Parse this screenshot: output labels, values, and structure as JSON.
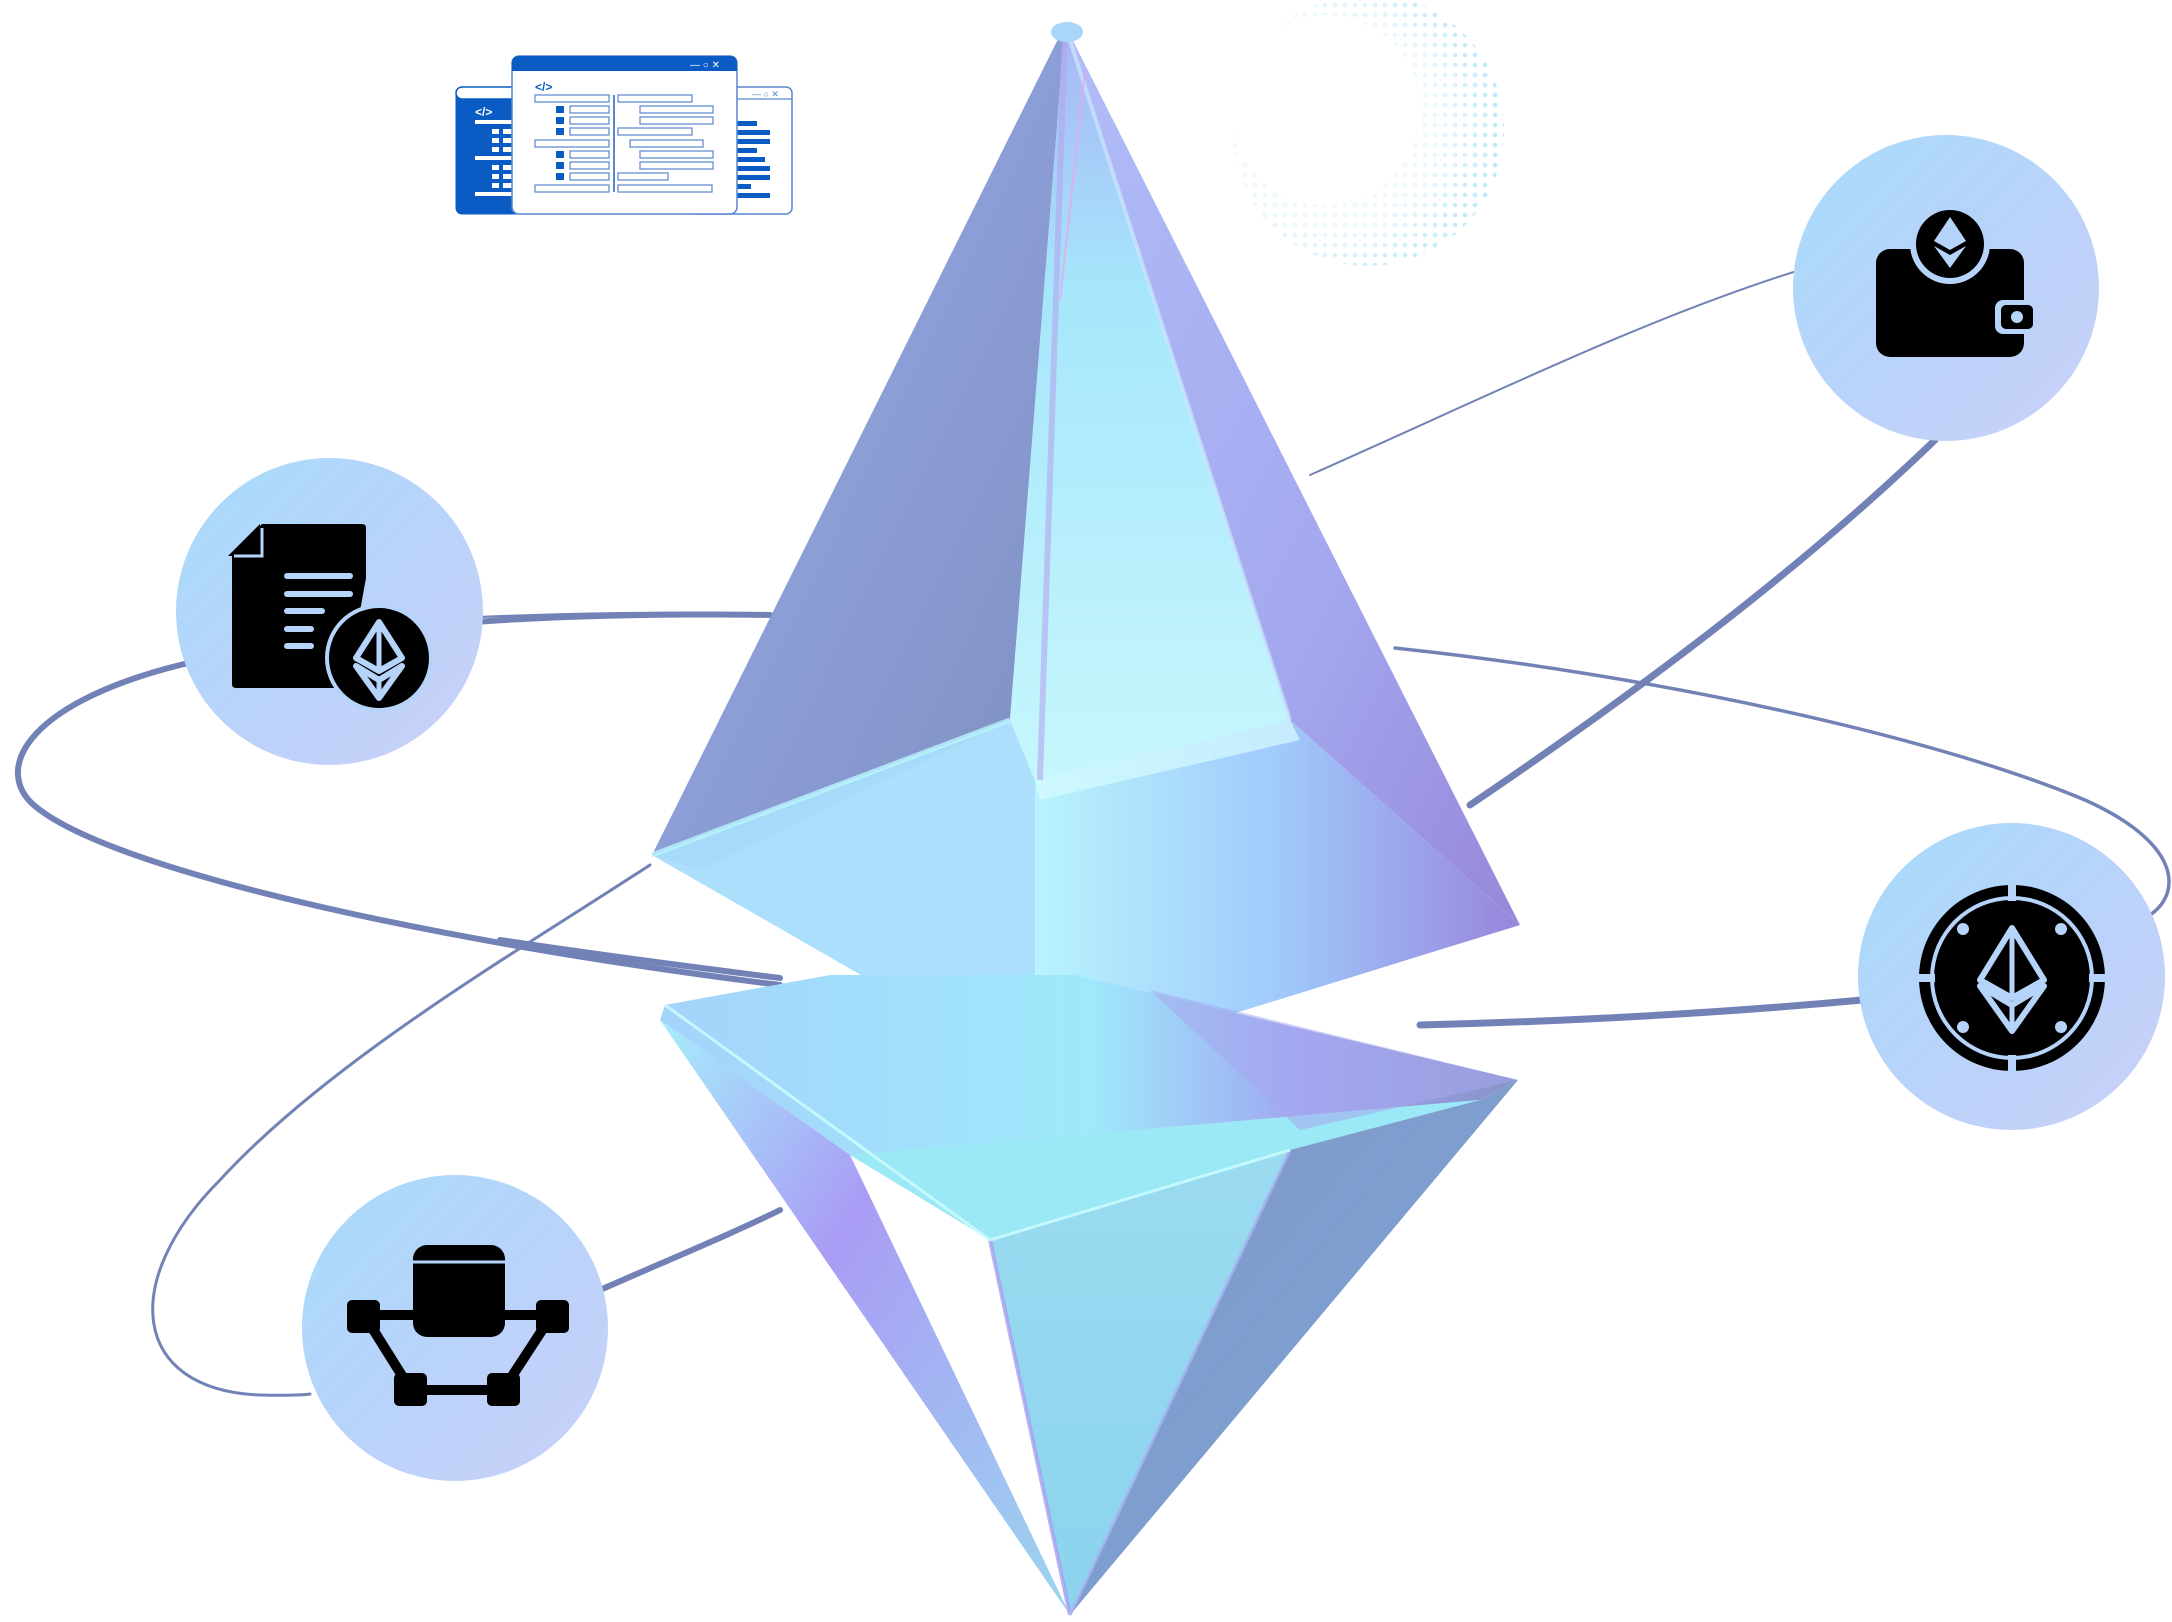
{
  "scene": {
    "title": "Ethereum ecosystem illustration",
    "background": "#ffffff",
    "central_object": {
      "label": "Ethereum crystal",
      "icon": "ethereum-diamond-icon",
      "colors": {
        "cyan": "#a6ecfb",
        "blue": "#9cc4fa",
        "violet": "#9e8ee0",
        "slate": "#8594c2"
      }
    },
    "orbit": {
      "color": "#7382b6"
    },
    "dot_pattern": {
      "color": "#a9e2f7",
      "icon": "halftone-arc-icon"
    },
    "code_windows": {
      "accent": "#0a5bc4",
      "icon": "code-brackets-icon",
      "code_glyph": "</>",
      "window_controls": "— ○ ✕"
    },
    "feature_circles": [
      {
        "id": "wallet",
        "label": "Ethereum wallet",
        "icon": "ethereum-wallet-icon"
      },
      {
        "id": "document",
        "label": "Smart contract document",
        "icon": "ethereum-document-icon"
      },
      {
        "id": "coin",
        "label": "Ether coin",
        "icon": "ethereum-coin-icon"
      },
      {
        "id": "network",
        "label": "Node network",
        "icon": "node-network-icon"
      }
    ],
    "circle_gradient": [
      "#a6dcfb",
      "#cad0f8"
    ]
  }
}
